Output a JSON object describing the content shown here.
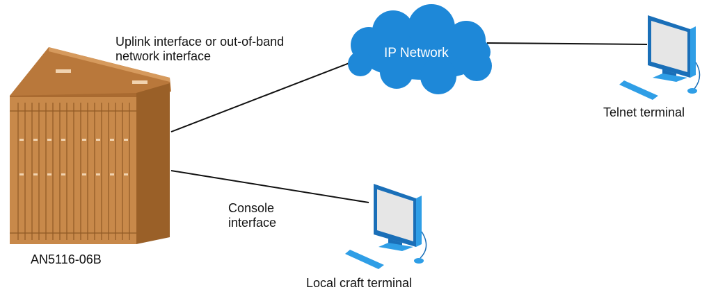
{
  "labels": {
    "uplink_line1": "Uplink interface or out-of-band",
    "uplink_line2": "network interface",
    "ip_network": "IP Network",
    "telnet_terminal": "Telnet terminal",
    "console_line1": "Console",
    "console_line2": "interface",
    "device_name": "AN5116-06B",
    "local_terminal": "Local craft terminal"
  },
  "icons": {
    "device": "olt-chassis-icon",
    "cloud": "cloud-icon",
    "terminal": "computer-terminal-icon"
  },
  "colors": {
    "chassis": "#c8894a",
    "chassis_dark": "#8f5a25",
    "cloud": "#1e88d8",
    "monitor": "#2f9ee6",
    "monitor_dark": "#1a6fb8",
    "screen": "#e6e6e6",
    "line": "#111111"
  }
}
